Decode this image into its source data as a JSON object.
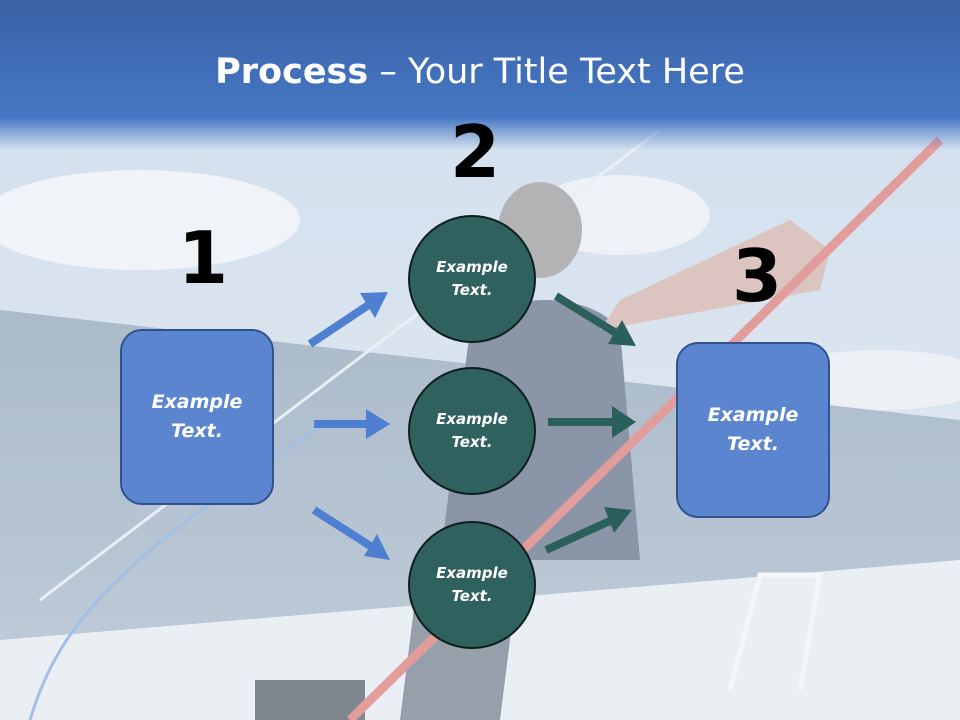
{
  "title": {
    "bold": "Process",
    "rest": " – Your Title Text Here"
  },
  "steps": [
    {
      "number": "1",
      "label": "Example\nText."
    },
    {
      "number": "2",
      "items": [
        "Example\nText.",
        "Example\nText.",
        "Example\nText."
      ]
    },
    {
      "number": "3",
      "label": "Example\nText."
    }
  ],
  "colors": {
    "title_bar": "#3f6fb5",
    "box_fill": "#5b86cf",
    "circle_fill": "#2f615e",
    "arrow_blue": "#4f7fd0",
    "arrow_teal": "#2b5f5a"
  }
}
